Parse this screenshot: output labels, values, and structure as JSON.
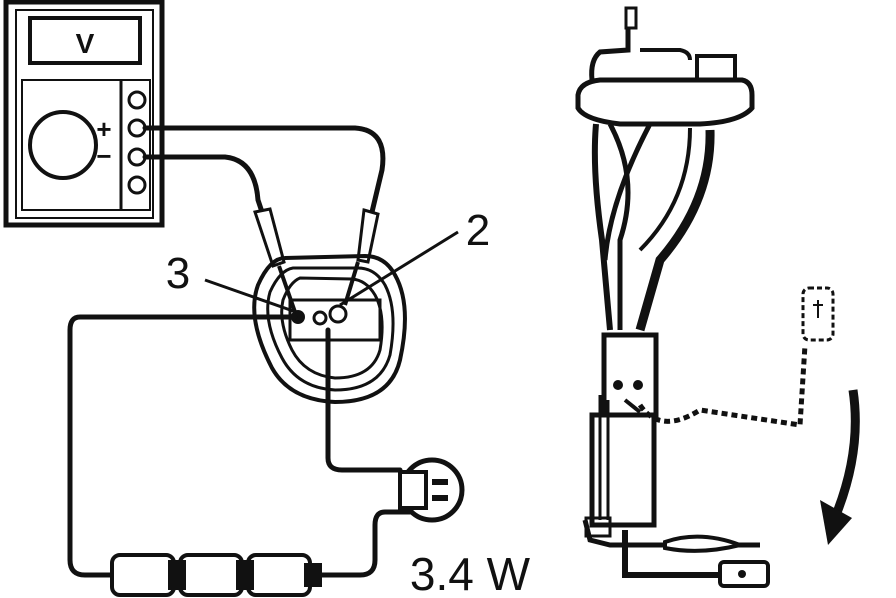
{
  "meter": {
    "display_text": "V",
    "plus_symbol": "+",
    "minus_symbol": "−"
  },
  "callouts": {
    "terminal_3": "3",
    "terminal_2": "2"
  },
  "bulb_rating": "3.4 W",
  "colors": {
    "ink": "#111111",
    "paper": "#ffffff"
  },
  "icons": [
    "voltmeter-icon",
    "connector-icon",
    "bulb-icon",
    "battery-icon",
    "fuel-sender-unit-icon",
    "float-arm-icon",
    "arrow-icon"
  ]
}
